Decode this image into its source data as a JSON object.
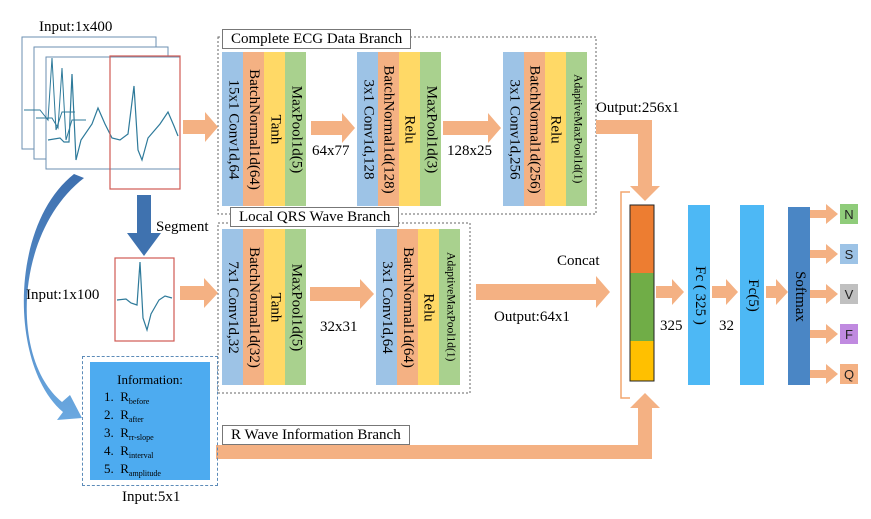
{
  "input_labels": {
    "full": "Input:1x400",
    "qrs": "Input:1x100",
    "info": "Input:5x1",
    "segment": "Segment"
  },
  "branches": {
    "complete": {
      "title": "Complete ECG Data Branch",
      "block1": [
        "15x1 Conv1d,64",
        "BatchNormal1d(64)",
        "Tanh",
        "MaxPool1d(5)"
      ],
      "block2": [
        "3x1 Conv1d,128",
        "BatchNormal1d(128)",
        "Relu",
        "MaxPool1d(3)"
      ],
      "block3": [
        "3x1 Conv1d,256",
        "BatchNormal1d(256)",
        "Relu",
        "AdaptiveMaxPool1d(1)"
      ],
      "dim1": "64x77",
      "dim2": "128x25",
      "output": "Output:256x1"
    },
    "qrs": {
      "title": "Local QRS Wave Branch",
      "block1": [
        "7x1 Conv1d,32",
        "BatchNormal1d(32)",
        "Tanh",
        "MaxPool1d(5)"
      ],
      "block2": [
        "3x1 Conv1d,64",
        "BatchNormal1d(64)",
        "Relu",
        "AdaptiveMaxPool1d(1)"
      ],
      "dim1": "32x31",
      "output": "Output:64x1"
    },
    "rwave": {
      "title": "R Wave Information Branch"
    }
  },
  "information": {
    "title": "Information:",
    "items": [
      {
        "num": "1.",
        "base": "R",
        "sub": "before"
      },
      {
        "num": "2.",
        "base": "R",
        "sub": "after"
      },
      {
        "num": "3.",
        "base": "R",
        "sub": "rr-slope"
      },
      {
        "num": "4.",
        "base": "R",
        "sub": "interval"
      },
      {
        "num": "5.",
        "base": "R",
        "sub": "amplitude"
      }
    ]
  },
  "head": {
    "concat": "Concat",
    "dim_concat": "325",
    "fc1": "Fc ( 325 )",
    "dim_fc": "32",
    "fc2": "Fc(5)",
    "softmax": "Softmax"
  },
  "outputs": [
    {
      "label": "N",
      "color": "#8fcc7a"
    },
    {
      "label": "S",
      "color": "#9dc3e6"
    },
    {
      "label": "V",
      "color": "#c0c0c0"
    },
    {
      "label": "F",
      "color": "#c08ae0"
    },
    {
      "label": "Q",
      "color": "#f4b183"
    }
  ],
  "colors": {
    "conv": "#9dc3e6",
    "batchnorm": "#f4b183",
    "activation": "#ffd966",
    "pool": "#a9d18e",
    "arrow": "#f4b183",
    "fc": "#4db8f5",
    "softmax": "#4a86c5",
    "concat_top": "#ed7d31",
    "concat_mid": "#70ad47",
    "concat_bot": "#ffc000"
  }
}
